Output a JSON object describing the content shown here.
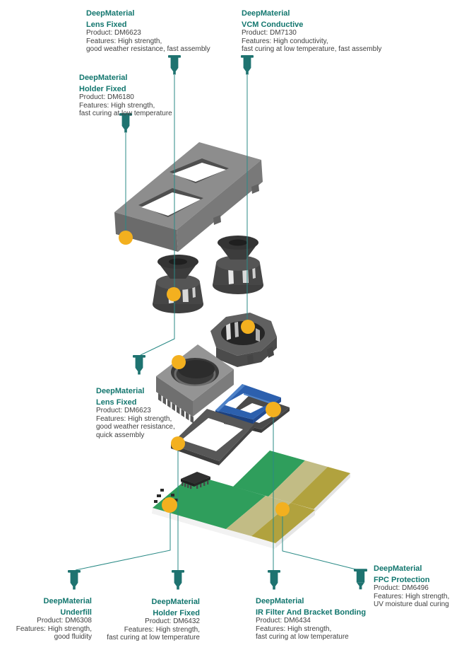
{
  "brand": "DeepMaterial",
  "colors": {
    "accent_teal": "#12766e",
    "body_text": "#3f3f3f",
    "connector_line": "#2a8a86",
    "syringe": "#1e7370",
    "glue_dot": "#f3b01f",
    "bracket_blue": "#2c60ae",
    "pcb_green": "#2f9e5c",
    "fpc_khaki": "#c2bc85",
    "fpc_gold": "#b1a23e",
    "part_gray": "#8d8d8d"
  },
  "callouts": [
    {
      "brand": "DeepMaterial",
      "title": "Lens Fixed",
      "lines": [
        "Product: DM6623",
        "Features: High strength,",
        "good weather resistance, fast assembly"
      ]
    },
    {
      "brand": "DeepMaterial",
      "title": "VCM Conductive",
      "lines": [
        "Product: DM7130",
        "Features: High conductivity,",
        "fast curing at low temperature, fast assembly"
      ]
    },
    {
      "brand": "DeepMaterial",
      "title": "Holder Fixed",
      "lines": [
        "Product: DM6180",
        "Features: High strength,",
        "fast curing at low temperature"
      ]
    },
    {
      "brand": "DeepMaterial",
      "title": "Lens Fixed",
      "lines": [
        "Product: DM6623",
        "Features: High strength,",
        "good weather resistance,",
        "quick assembly"
      ]
    },
    {
      "brand": "DeepMaterial",
      "title": "Underfill",
      "lines": [
        "Product: DM6308",
        "Features: High strength,",
        "good fluidity"
      ]
    },
    {
      "brand": "DeepMaterial",
      "title": "Holder Fixed",
      "lines": [
        "Product: DM6432",
        "Features: High strength,",
        "fast curing at low temperature"
      ]
    },
    {
      "brand": "DeepMaterial",
      "title": "IR Filter And Bracket Bonding",
      "lines": [
        "Product: DM6434",
        "Features: High strength,",
        "fast curing at low temperature"
      ]
    },
    {
      "brand": "DeepMaterial",
      "title": "FPC Protection",
      "lines": [
        "Product: DM6496",
        "Features: High strength,",
        "UV moisture dual curing"
      ]
    }
  ],
  "icons": [
    "syringe-icon",
    "glue-dot"
  ]
}
